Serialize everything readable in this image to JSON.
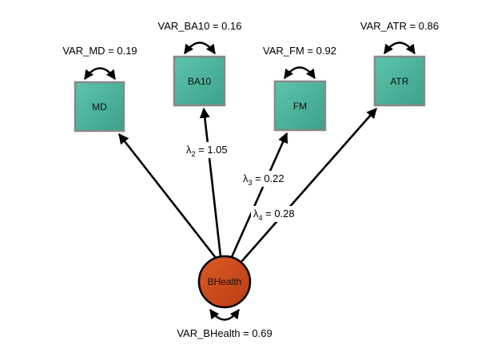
{
  "diagram": {
    "type": "structural-equation-model",
    "latent": {
      "id": "BHealth",
      "label": "BHealth",
      "variance_label": "VAR_BHealth = 0.69",
      "variance": 0.69,
      "color": "#cc4a1c"
    },
    "indicators": [
      {
        "id": "MD",
        "label": "MD",
        "variance_label": "VAR_MD = 0.19",
        "variance": 0.19,
        "loading_symbol": "",
        "loading_sub": "",
        "loading_value": ""
      },
      {
        "id": "BA10",
        "label": "BA10",
        "variance_label": "VAR_BA10 = 0.16",
        "variance": 0.16,
        "loading_symbol": "λ",
        "loading_sub": "2",
        "loading_value": " = 1.05"
      },
      {
        "id": "FM",
        "label": "FM",
        "variance_label": "VAR_FM = 0.92",
        "variance": 0.92,
        "loading_symbol": "λ",
        "loading_sub": "3",
        "loading_value": " = 0.22"
      },
      {
        "id": "ATR",
        "label": "ATR",
        "variance_label": "VAR_ATR = 0.86",
        "variance": 0.86,
        "loading_symbol": "λ",
        "loading_sub": "4",
        "loading_value": " = 0.28"
      }
    ],
    "colors": {
      "indicator_fill": "#4db6a0",
      "indicator_border": "#888888",
      "latent_fill": "#cc4a1c",
      "edge": "#000000"
    }
  }
}
